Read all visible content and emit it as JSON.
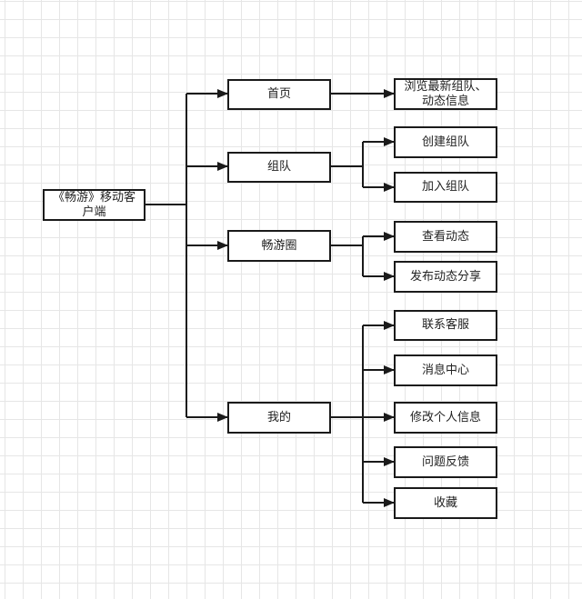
{
  "diagram": {
    "colors": {
      "line": "#1a1a1a",
      "grid": "#e6e6e6"
    },
    "root": {
      "label": "《畅游》移动客\n户端"
    },
    "branches": [
      {
        "label": "首页",
        "children": [
          {
            "label": "浏览最新组队、\n动态信息"
          }
        ]
      },
      {
        "label": "组队",
        "children": [
          {
            "label": "创建组队"
          },
          {
            "label": "加入组队"
          }
        ]
      },
      {
        "label": "畅游圈",
        "children": [
          {
            "label": "查看动态"
          },
          {
            "label": "发布动态分享"
          }
        ]
      },
      {
        "label": "我的",
        "children": [
          {
            "label": "联系客服"
          },
          {
            "label": "消息中心"
          },
          {
            "label": "修改个人信息"
          },
          {
            "label": "问题反馈"
          },
          {
            "label": "收藏"
          }
        ]
      }
    ]
  }
}
